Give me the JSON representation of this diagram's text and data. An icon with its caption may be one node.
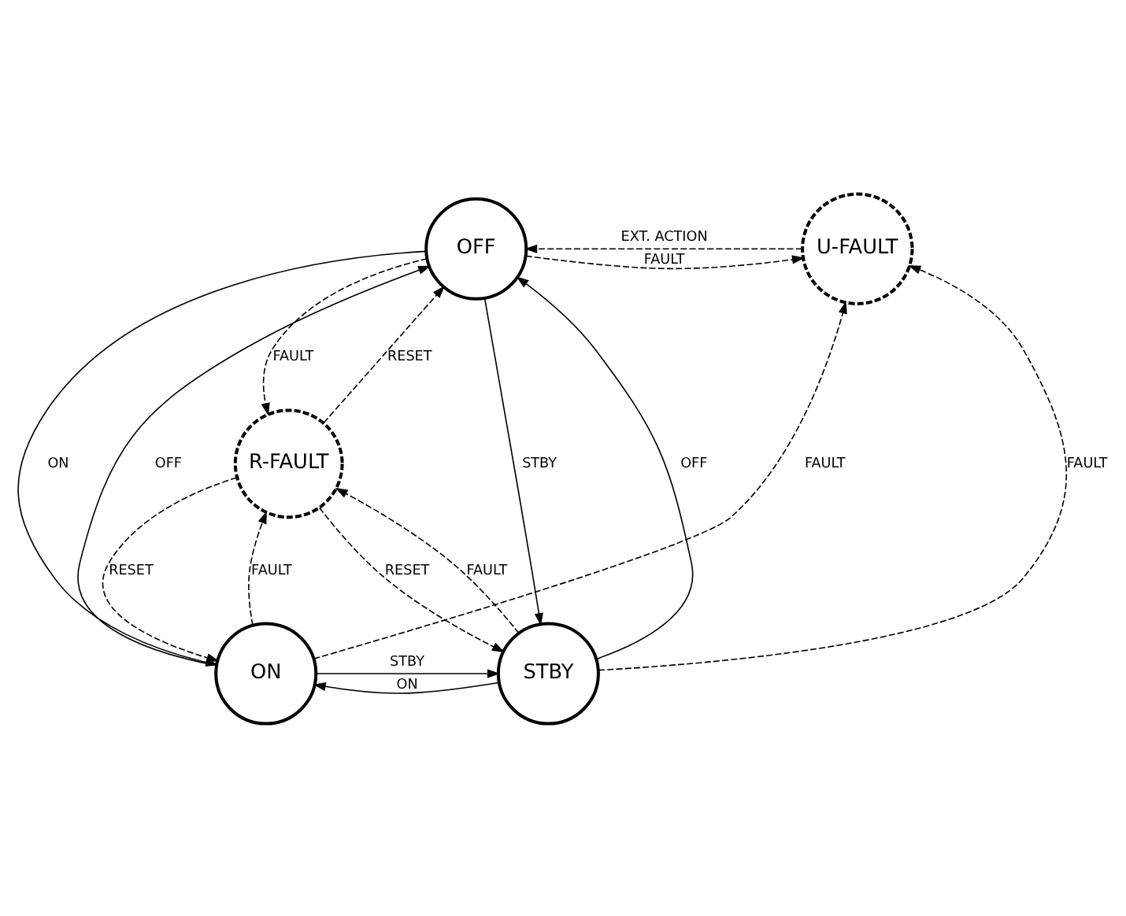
{
  "diagram": {
    "nodes": [
      {
        "text": [
          "OFF"
        ]
      },
      {
        "text": [
          "U-FAULT"
        ]
      },
      {
        "text": [
          "R-FAULT"
        ]
      },
      {
        "text": [
          "ON"
        ]
      },
      {
        "text": [
          "STBY"
        ]
      }
    ],
    "edges": [
      {
        "from": 0,
        "to": 1,
        "arrow": "to",
        "label": "FAULT",
        "style": "dashed"
      },
      {
        "from": 1,
        "to": 0,
        "arrow": "to",
        "label": "EXT. ACTION",
        "style": "dashed"
      },
      {
        "from": 3,
        "to": 0,
        "arrow": "to",
        "label": "OFF"
      },
      {
        "from": 0,
        "to": 3,
        "arrow": "to",
        "label": "ON"
      },
      {
        "from": 0,
        "to": 2,
        "arrow": "to",
        "label": "FAULT",
        "style": "dashed"
      },
      {
        "from": 2,
        "to": 0,
        "arrow": "to",
        "label": "RESET",
        "style": "dashed"
      },
      {
        "from": 4,
        "to": 0,
        "arrow": "to",
        "label": "OFF"
      },
      {
        "from": 0,
        "to": 4,
        "arrow": "to",
        "label": "STBY"
      },
      {
        "from": 2,
        "to": 3,
        "arrow": "to",
        "label": "RESET",
        "style": "dashed"
      },
      {
        "from": 3,
        "to": 2,
        "arrow": "to",
        "label": "FAULT",
        "style": "dashed"
      },
      {
        "from": 4,
        "to": 2,
        "arrow": "to",
        "label": "FAULT",
        "style": "dashed"
      },
      {
        "from": 2,
        "to": 4,
        "arrow": "to",
        "label": "RESET",
        "style": "dashed"
      },
      {
        "from": 3,
        "to": 4,
        "arrow": "to",
        "label": "STBY"
      },
      {
        "from": 4,
        "to": 3,
        "arrow": "to",
        "label": "ON"
      },
      {
        "from": 4,
        "to": 1,
        "arrow": "to",
        "label": "FAULT",
        "style": "dashed"
      },
      {
        "from": 3,
        "to": 1,
        "arrow": "to",
        "label": "FAULT",
        "style": "dashed"
      }
    ]
  }
}
